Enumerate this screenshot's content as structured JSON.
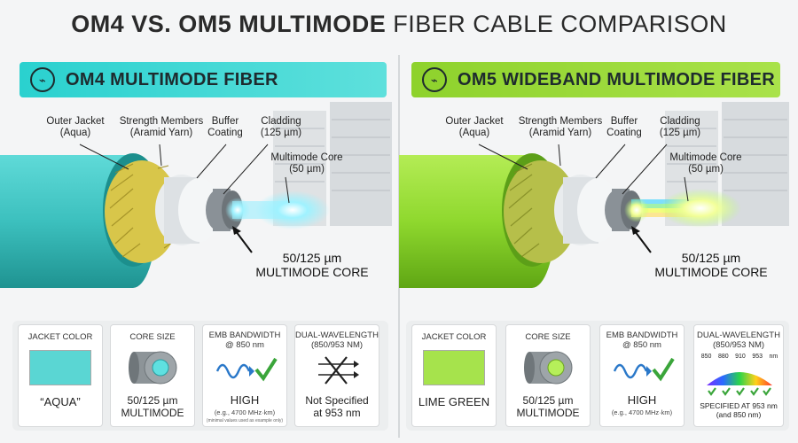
{
  "title": {
    "bold": "OM4 VS. OM5 MULTIMODE",
    "rest": "FIBER CABLE COMPARISON"
  },
  "left": {
    "banner": "OM4 MULTIMODE FIBER",
    "labels": {
      "outer_jacket": "Outer Jacket\n(Aqua)",
      "strength": "Strength Members\n(Aramid Yarn)",
      "buffer": "Buffer\nCoating",
      "cladding": "Cladding\n(125 µm)",
      "core": "Multimode Core\n(50 µm)"
    },
    "core_callout": "50/125 µm\nMULTIMODE CORE",
    "jacket_hex": "#3fc6c4",
    "cards": {
      "jacket_head": "JACKET COLOR",
      "jacket_val": "“AQUA”",
      "core_head": "CORE SIZE",
      "core_val": "50/125 µm\nMULTIMODE",
      "emb_head": "EMB BANDWIDTH\n@ 850 nm",
      "emb_val": "HIGH",
      "emb_sub": "(e.g., 4700 MHz·km)",
      "emb_tiny": "(minimal values used as example only)",
      "dual_head": "DUAL-WAVELENGTH\n(850/953 NM)",
      "dual_val": "Not Specified\nat 953 nm"
    }
  },
  "right": {
    "banner": "OM5 WIDEBAND MULTIMODE FIBER",
    "labels": {
      "outer_jacket": "Outer Jacket\n(Aqua)",
      "strength": "Strength Members\n(Aramid Yarn)",
      "buffer": "Buffer\nCoating",
      "cladding": "Cladding\n(125 µm)",
      "core": "Multimode Core\n(50 µm)"
    },
    "core_callout": "50/125 µm\nMULTIMODE CORE",
    "jacket_hex": "#8fd82e",
    "cards": {
      "jacket_head": "JACKET COLOR",
      "jacket_val": "LIME GREEN",
      "core_head": "CORE SIZE",
      "core_val": "50/125 µm\nMULTIMODE",
      "emb_head": "EMB BANDWIDTH\n@ 850 nm",
      "emb_val": "HIGH",
      "emb_sub": "(e.g., 4700 MHz·km)",
      "dual_head": "DUAL-WAVELENGTH\n(850/953 NM)",
      "wavelengths": [
        "850",
        "880",
        "910",
        "953",
        "nm"
      ],
      "dual_val": "SPECIFIED AT 953 nm\n(and 850 nm)"
    }
  }
}
